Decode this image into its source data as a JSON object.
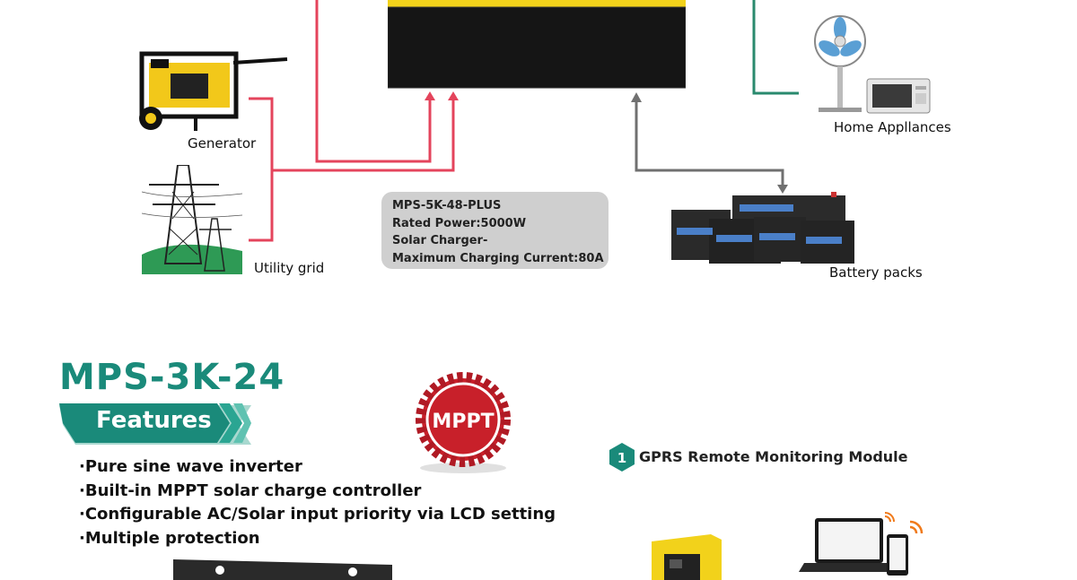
{
  "diagram": {
    "generator_label": "Generator",
    "utility_grid_label": "Utility grid",
    "home_appliances_label": "Home Appllances",
    "battery_packs_label": "Battery packs",
    "info_box": {
      "line1": "MPS-5K-48-PLUS",
      "line2": "Rated Power:5000W",
      "line3": "Solar Charger-",
      "line4": "Maximum Charging Current:80A"
    },
    "colors": {
      "ac_line": "#e4445c",
      "output_line": "#2a8a6e",
      "battery_line": "#707070"
    }
  },
  "product": {
    "model": "MPS-3K-24",
    "features_title": "Features",
    "features": [
      "Pure sine wave inverter",
      "Built-in MPPT solar charge controller",
      "Configurable AC/Solar input priority via LCD setting",
      "Multiple protection"
    ],
    "badge_text": "MPPT",
    "accent_color": "#1a8a7a",
    "badge_color": "#c8202a"
  },
  "module": {
    "number": "1",
    "title": "GPRS Remote Monitoring Module"
  }
}
